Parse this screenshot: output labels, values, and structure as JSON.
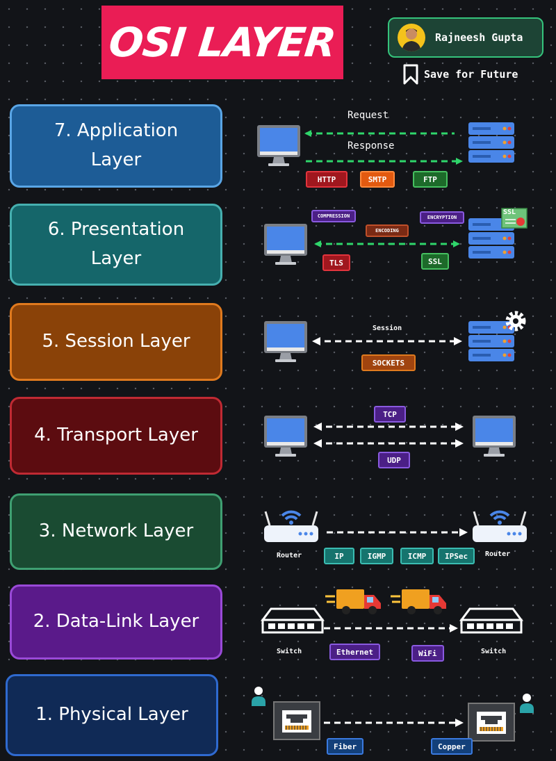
{
  "title": "OSI LAYER",
  "author": {
    "name": "Rajneesh Gupta"
  },
  "save": {
    "label": "Save for Future"
  },
  "colors": {
    "title_bg": "#ea1d55",
    "green_arrow": "#2fd66b",
    "white_arrow": "#ffffff",
    "monitor_screen": "#4a86e8",
    "server_blue": "#4a86e8"
  },
  "layers": [
    {
      "label": "7. Application Layer",
      "bg": "#1d5c96",
      "border": "#5aa6e6"
    },
    {
      "label": "6. Presentation Layer",
      "bg": "#15666a",
      "border": "#46b0b0"
    },
    {
      "label": "5. Session Layer",
      "bg": "#8a4208",
      "border": "#e07a1e"
    },
    {
      "label": "4. Transport Layer",
      "bg": "#5c0c10",
      "border": "#c02a33"
    },
    {
      "label": "3. Network Layer",
      "bg": "#1a4b32",
      "border": "#3fa072"
    },
    {
      "label": "2. Data-Link Layer",
      "bg": "#5a1a8a",
      "border": "#9a4ad8"
    },
    {
      "label": "1. Physical Layer",
      "bg": "#102a56",
      "border": "#2f6ad0"
    }
  ],
  "application": {
    "request": "Request",
    "response": "Response",
    "tags": [
      {
        "label": "HTTP",
        "bg": "#a0171e",
        "border": "#e2343d"
      },
      {
        "label": "SMTP",
        "bg": "#e25a10",
        "border": "#ff8a3d"
      },
      {
        "label": "FTP",
        "bg": "#1d6a2a",
        "border": "#46c060"
      }
    ]
  },
  "presentation": {
    "ssl_badge": "SSL",
    "tags": [
      {
        "label": "COMPRESSION",
        "bg": "#4b1f86",
        "border": "#8a5ae0"
      },
      {
        "label": "ENCODING",
        "bg": "#7a2a14",
        "border": "#c0502a"
      },
      {
        "label": "ENCRYPTION",
        "bg": "#4b1f86",
        "border": "#8a5ae0"
      },
      {
        "label": "TLS",
        "bg": "#a0171e",
        "border": "#e2343d"
      },
      {
        "label": "SSL",
        "bg": "#1d6a2a",
        "border": "#46c060"
      }
    ]
  },
  "session": {
    "session": "Session",
    "tags": [
      {
        "label": "SOCKETS",
        "bg": "#a0440f",
        "border": "#e07a1e"
      }
    ]
  },
  "transport": {
    "tags": [
      {
        "label": "TCP",
        "bg": "#4b1f86",
        "border": "#8a5ae0"
      },
      {
        "label": "UDP",
        "bg": "#4b1f86",
        "border": "#8a5ae0"
      }
    ]
  },
  "network": {
    "router_left": "Router",
    "router_right": "Router",
    "tags": [
      {
        "label": "IP",
        "bg": "#16746e",
        "border": "#3bbdb2"
      },
      {
        "label": "IGMP",
        "bg": "#16746e",
        "border": "#3bbdb2"
      },
      {
        "label": "ICMP",
        "bg": "#16746e",
        "border": "#3bbdb2"
      },
      {
        "label": "IPSec",
        "bg": "#16746e",
        "border": "#3bbdb2"
      }
    ]
  },
  "datalink": {
    "switch_left": "Switch",
    "switch_right": "Switch",
    "tags": [
      {
        "label": "Ethernet",
        "bg": "#4b1f86",
        "border": "#8a5ae0"
      },
      {
        "label": "WiFi",
        "bg": "#4b1f86",
        "border": "#8a5ae0"
      }
    ]
  },
  "physical": {
    "tags": [
      {
        "label": "Fiber",
        "bg": "#13407a",
        "border": "#3a7ae0"
      },
      {
        "label": "Copper",
        "bg": "#13407a",
        "border": "#3a7ae0"
      }
    ]
  }
}
